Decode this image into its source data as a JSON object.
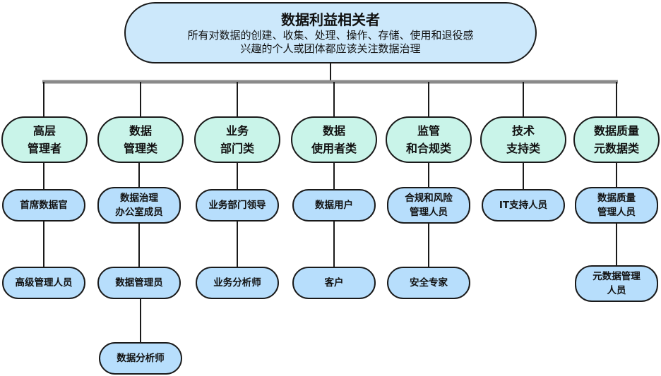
{
  "root": {
    "title": "数据利益相关者",
    "description": "所有对数据的创建、收集、处理、操作、存储、使用和退役感\n兴趣的个人或团体都应该关注数据治理"
  },
  "categories": [
    {
      "label": "高层\n管理者",
      "roles": [
        "首席数据官",
        "高级管理人员"
      ]
    },
    {
      "label": "数据\n管理类",
      "roles": [
        "数据治理\n办公室成员",
        "数据管理员",
        "数据分析师"
      ]
    },
    {
      "label": "业务\n部门类",
      "roles": [
        "业务部门领导",
        "业务分析师"
      ]
    },
    {
      "label": "数据\n使用者类",
      "roles": [
        "数据用户",
        "客户"
      ]
    },
    {
      "label": "监管\n和合规类",
      "roles": [
        "合规和风险\n管理人员",
        "安全专家"
      ]
    },
    {
      "label": "技术\n支持类",
      "roles": [
        "IT支持人员"
      ]
    },
    {
      "label": "数据质量\n元数据类",
      "roles": [
        "数据质量\n管理人员",
        "元数据管理\n人员"
      ]
    }
  ],
  "colors": {
    "root_fill": "#cce8fb",
    "category_fill": "#c9f4e9",
    "role_fill": "#b7defc",
    "connector": "#1a1a1a",
    "bus_bar": "#8a8a8a"
  }
}
